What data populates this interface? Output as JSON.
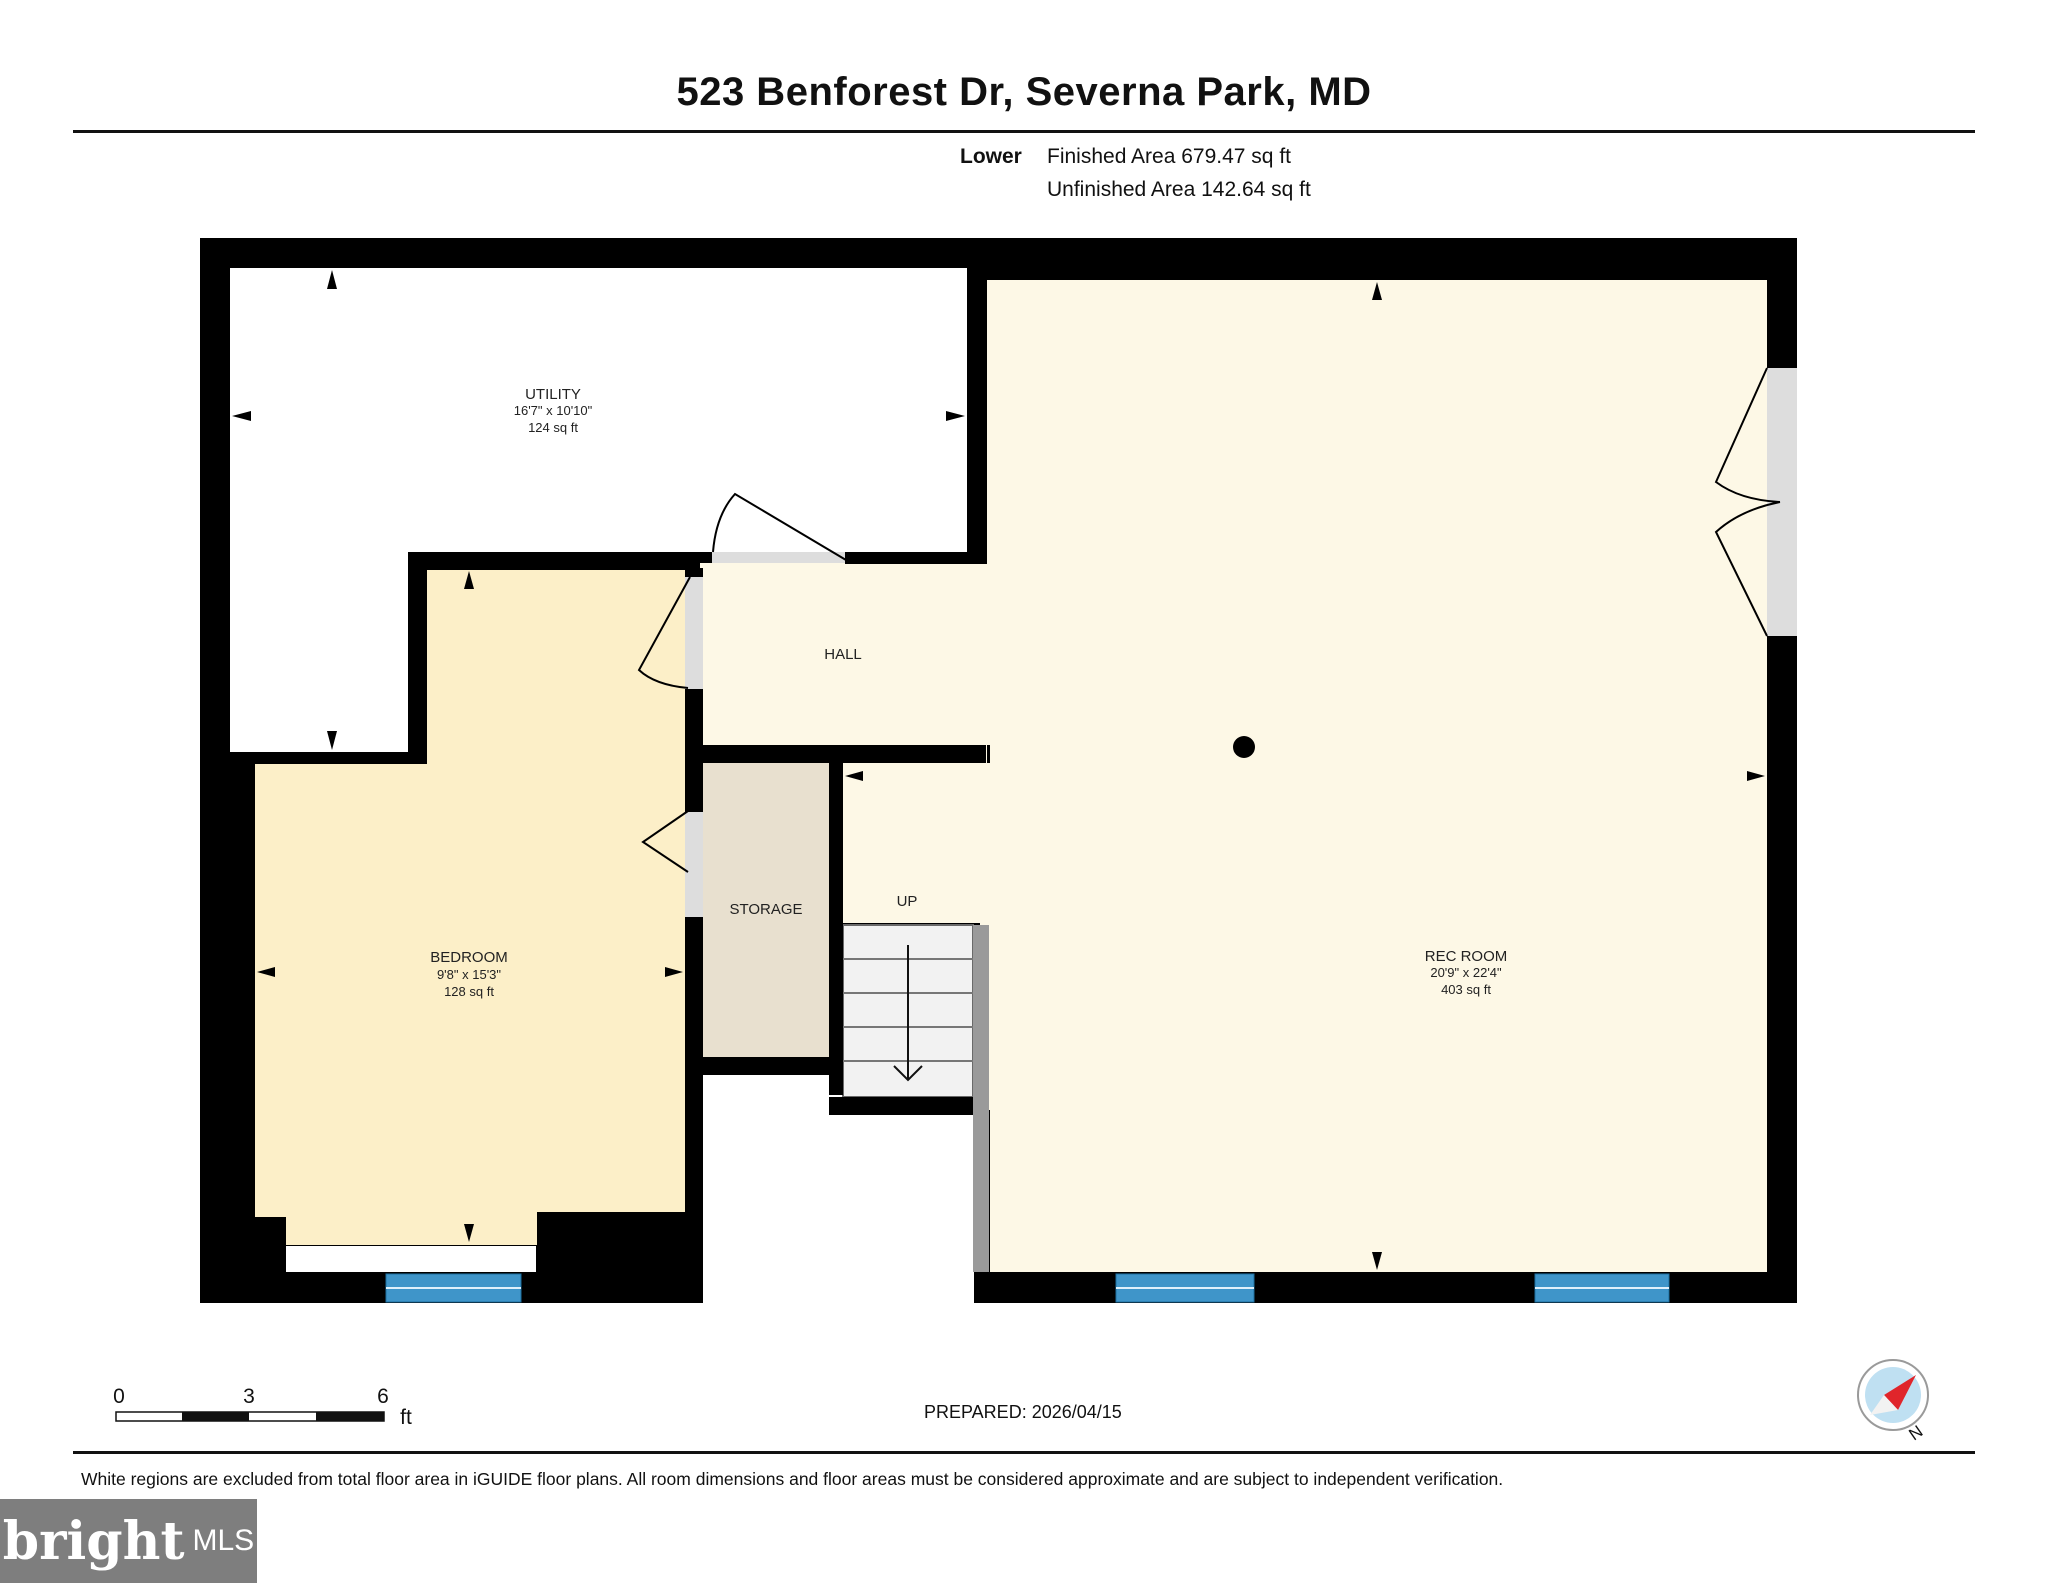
{
  "title": "523 Benforest Dr, Severna Park, MD",
  "area": {
    "level": "Lower",
    "finished": "Finished Area 679.47 sq ft",
    "unfinished": "Unfinished Area 142.64 sq ft"
  },
  "rooms": {
    "utility": {
      "name": "UTILITY",
      "dims": "16'7\" x 10'10\"",
      "area": "124 sq ft"
    },
    "bedroom": {
      "name": "BEDROOM",
      "dims": "9'8\" x 15'3\"",
      "area": "128 sq ft"
    },
    "rec_room": {
      "name": "REC ROOM",
      "dims": "20'9\" x 22'4\"",
      "area": "403 sq ft"
    },
    "hall": {
      "name": "HALL"
    },
    "storage": {
      "name": "STORAGE"
    },
    "stairs": {
      "name": "UP"
    }
  },
  "scale": {
    "ticks": [
      "0",
      "3",
      "6"
    ],
    "unit": "ft"
  },
  "prepared": "PREPARED: 2026/04/15",
  "compass": {
    "label": "N"
  },
  "disclaimer": "White regions are excluded from total floor area in iGUIDE floor plans. All room dimensions and floor areas must be considered approximate and are subject to independent verification.",
  "logo": {
    "brand": "bright",
    "suffix": "MLS"
  },
  "colors": {
    "wall": "#000000",
    "hall_rec_floor": "#fdf8e6",
    "bedroom_floor": "#fcefc8",
    "storage_floor": "#e8e0cf",
    "window": "#3f95c9",
    "door_opening": "#dddddd"
  }
}
